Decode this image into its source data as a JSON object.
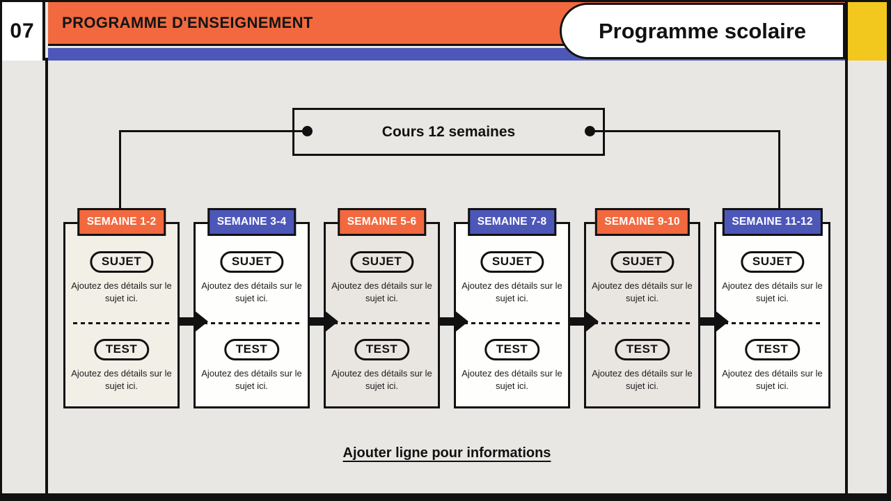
{
  "slide": {
    "page_number": "07",
    "kicker": "PROGRAMME D'ENSEIGNEMENT",
    "title": "Programme scolaire",
    "timeline_label": "Cours 12 semaines",
    "footer_note": "Ajouter ligne pour informations"
  },
  "colors": {
    "orange": "#F2693F",
    "blue": "#4D57B8",
    "yellow": "#F2C71E",
    "page_bg": "#E9E7E4",
    "ink": "#111111"
  },
  "cards": [
    {
      "header": "SEMAINE 1-2",
      "header_color": "#F2693F",
      "body_color": "#F2EFE7",
      "subject_label": "SUJET",
      "subject_detail": "Ajoutez des détails sur le sujet ici.",
      "test_label": "TEST",
      "test_detail": "Ajoutez des détails sur le sujet ici."
    },
    {
      "header": "SEMAINE 3-4",
      "header_color": "#4D57B8",
      "body_color": "#FEFEFD",
      "subject_label": "SUJET",
      "subject_detail": "Ajoutez des détails sur le sujet ici.",
      "test_label": "TEST",
      "test_detail": "Ajoutez des détails sur le sujet ici."
    },
    {
      "header": "SEMAINE 5-6",
      "header_color": "#F2693F",
      "body_color": "#E9E6E2",
      "subject_label": "SUJET",
      "subject_detail": "Ajoutez des détails sur le sujet ici.",
      "test_label": "TEST",
      "test_detail": "Ajoutez des détails sur le sujet ici."
    },
    {
      "header": "SEMAINE 7-8",
      "header_color": "#4D57B8",
      "body_color": "#FEFEFD",
      "subject_label": "SUJET",
      "subject_detail": "Ajoutez des détails sur le sujet ici.",
      "test_label": "TEST",
      "test_detail": "Ajoutez des détails sur le sujet ici."
    },
    {
      "header": "SEMAINE 9-10",
      "header_color": "#F2693F",
      "body_color": "#E9E6E2",
      "subject_label": "SUJET",
      "subject_detail": "Ajoutez des détails sur le sujet ici.",
      "test_label": "TEST",
      "test_detail": "Ajoutez des détails sur le sujet ici."
    },
    {
      "header": "SEMAINE 11-12",
      "header_color": "#4D57B8",
      "body_color": "#FEFEFD",
      "subject_label": "SUJET",
      "subject_detail": "Ajoutez des détails sur le sujet ici.",
      "test_label": "TEST",
      "test_detail": "Ajoutez des détails sur le sujet ici."
    }
  ]
}
